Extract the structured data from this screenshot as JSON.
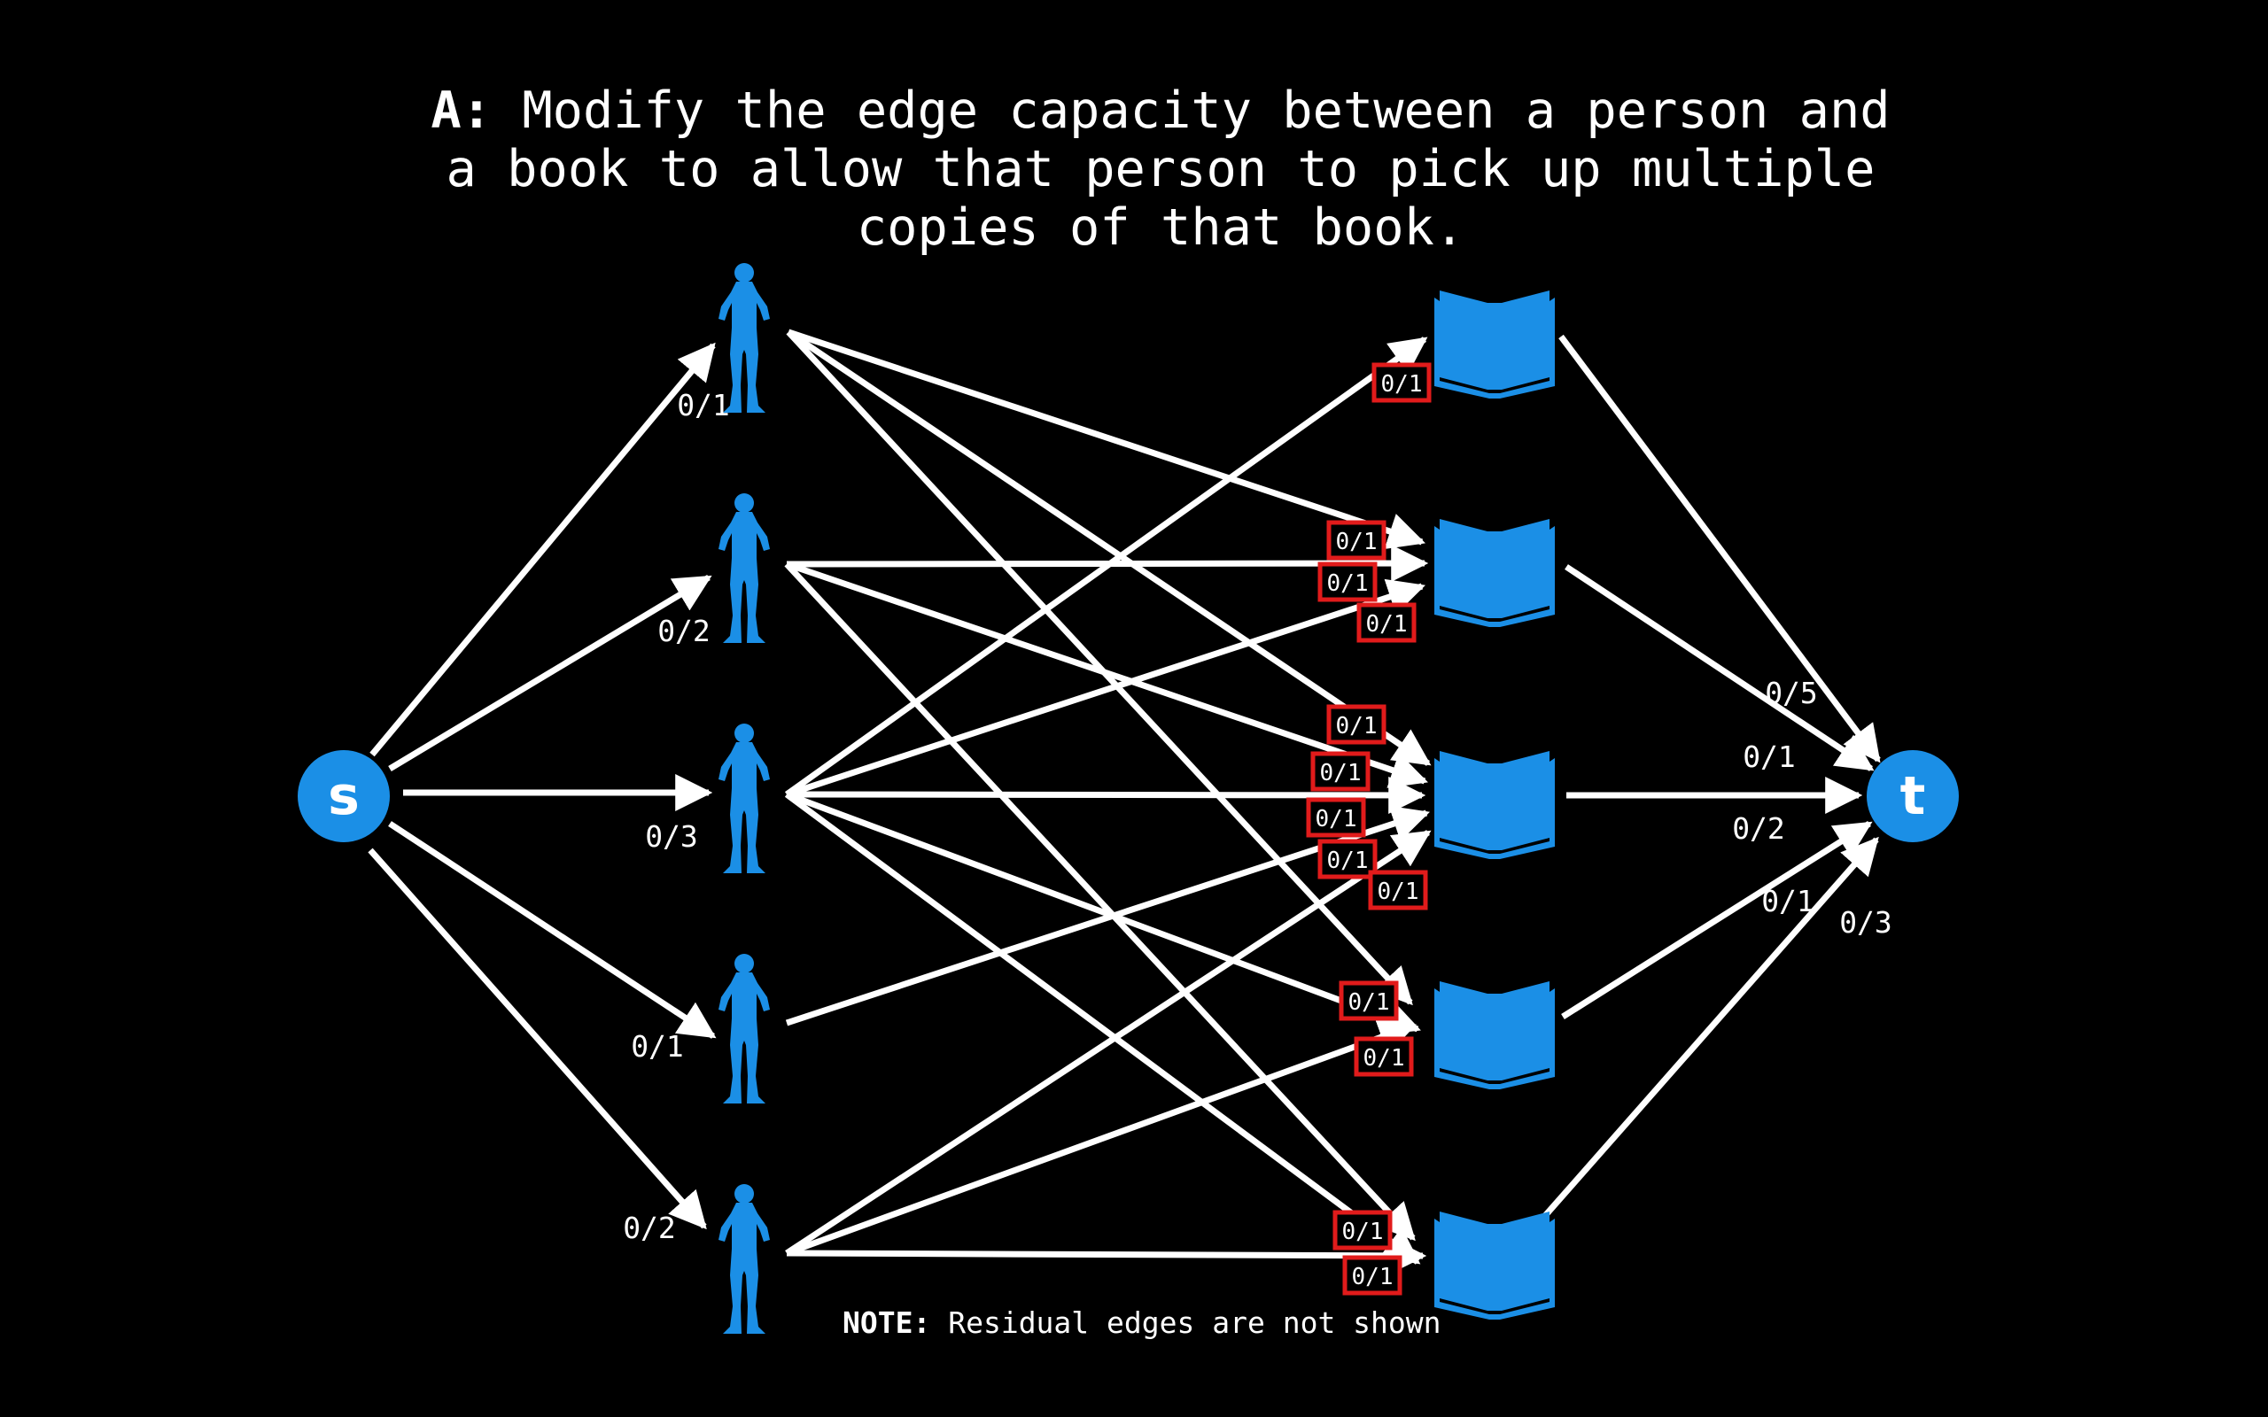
{
  "title": {
    "prefix": "A:",
    "text": "Modify the edge capacity between a person and\na book to allow that person to pick up multiple\ncopies of that book."
  },
  "note": {
    "prefix": "NOTE:",
    "text": "Residual edges are not shown"
  },
  "nodes": {
    "source": "s",
    "sink": "t",
    "people": 5,
    "books": 5
  },
  "colors": {
    "background": "#000000",
    "node": "#1b8fe6",
    "edge": "#ffffff",
    "highlight_box": "#e11b1b"
  },
  "source_edges": [
    {
      "to": "person-1",
      "label": "0/1"
    },
    {
      "to": "person-2",
      "label": "0/2"
    },
    {
      "to": "person-3",
      "label": "0/3"
    },
    {
      "to": "person-4",
      "label": "0/1"
    },
    {
      "to": "person-5",
      "label": "0/2"
    }
  ],
  "sink_edges": [
    {
      "from": "book-1",
      "label": "0/5"
    },
    {
      "from": "book-2",
      "label": "0/1"
    },
    {
      "from": "book-3",
      "label": "0/2"
    },
    {
      "from": "book-4",
      "label": "0/1"
    },
    {
      "from": "book-5",
      "label": "0/3"
    }
  ],
  "person_book_edges": [
    {
      "from": 1,
      "to": 2,
      "label": "0/1"
    },
    {
      "from": 1,
      "to": 3,
      "label": "0/1"
    },
    {
      "from": 1,
      "to": 4,
      "label": "0/1"
    },
    {
      "from": 2,
      "to": 2,
      "label": "0/1"
    },
    {
      "from": 2,
      "to": 3,
      "label": "0/1"
    },
    {
      "from": 2,
      "to": 5,
      "label": "0/1"
    },
    {
      "from": 3,
      "to": 1,
      "label": "0/1"
    },
    {
      "from": 3,
      "to": 2,
      "label": "0/1"
    },
    {
      "from": 3,
      "to": 3,
      "label": "0/1"
    },
    {
      "from": 3,
      "to": 4,
      "label": "0/1"
    },
    {
      "from": 3,
      "to": 5,
      "label": "0/1"
    },
    {
      "from": 4,
      "to": 3,
      "label": "0/1"
    },
    {
      "from": 5,
      "to": 3,
      "label": "0/1"
    },
    {
      "from": 5,
      "to": 4,
      "label": "0/1"
    },
    {
      "from": 5,
      "to": 5,
      "label": "0/1"
    }
  ]
}
